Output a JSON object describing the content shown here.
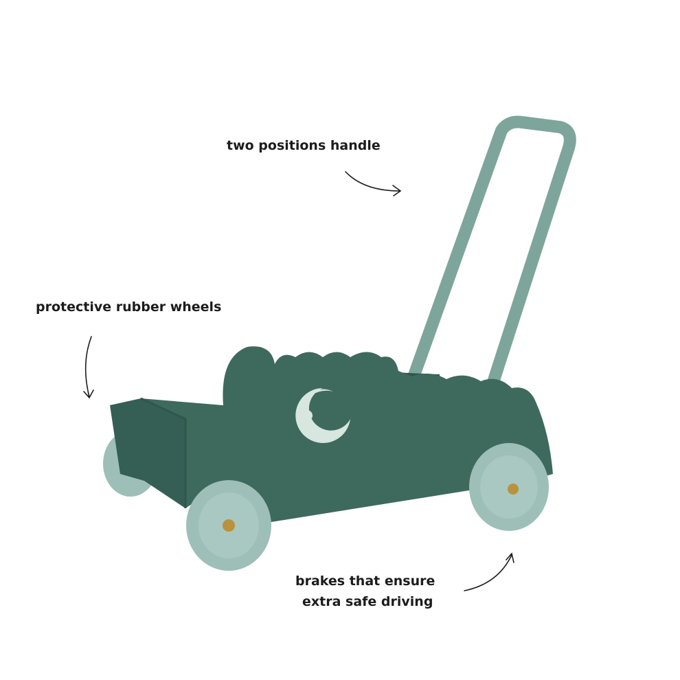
{
  "callouts": {
    "handle": "two positions handle",
    "wheels": "protective rubber wheels",
    "brakes_line1": "brakes that ensure",
    "brakes_line2": "extra safe driving"
  },
  "colors": {
    "body": "#3e6a5e",
    "body_dark": "#2f574c",
    "handle": "#7ea59b",
    "wheel": "#9dbfb8",
    "eye": "#d7e6df",
    "text": "#1c1c1c"
  }
}
